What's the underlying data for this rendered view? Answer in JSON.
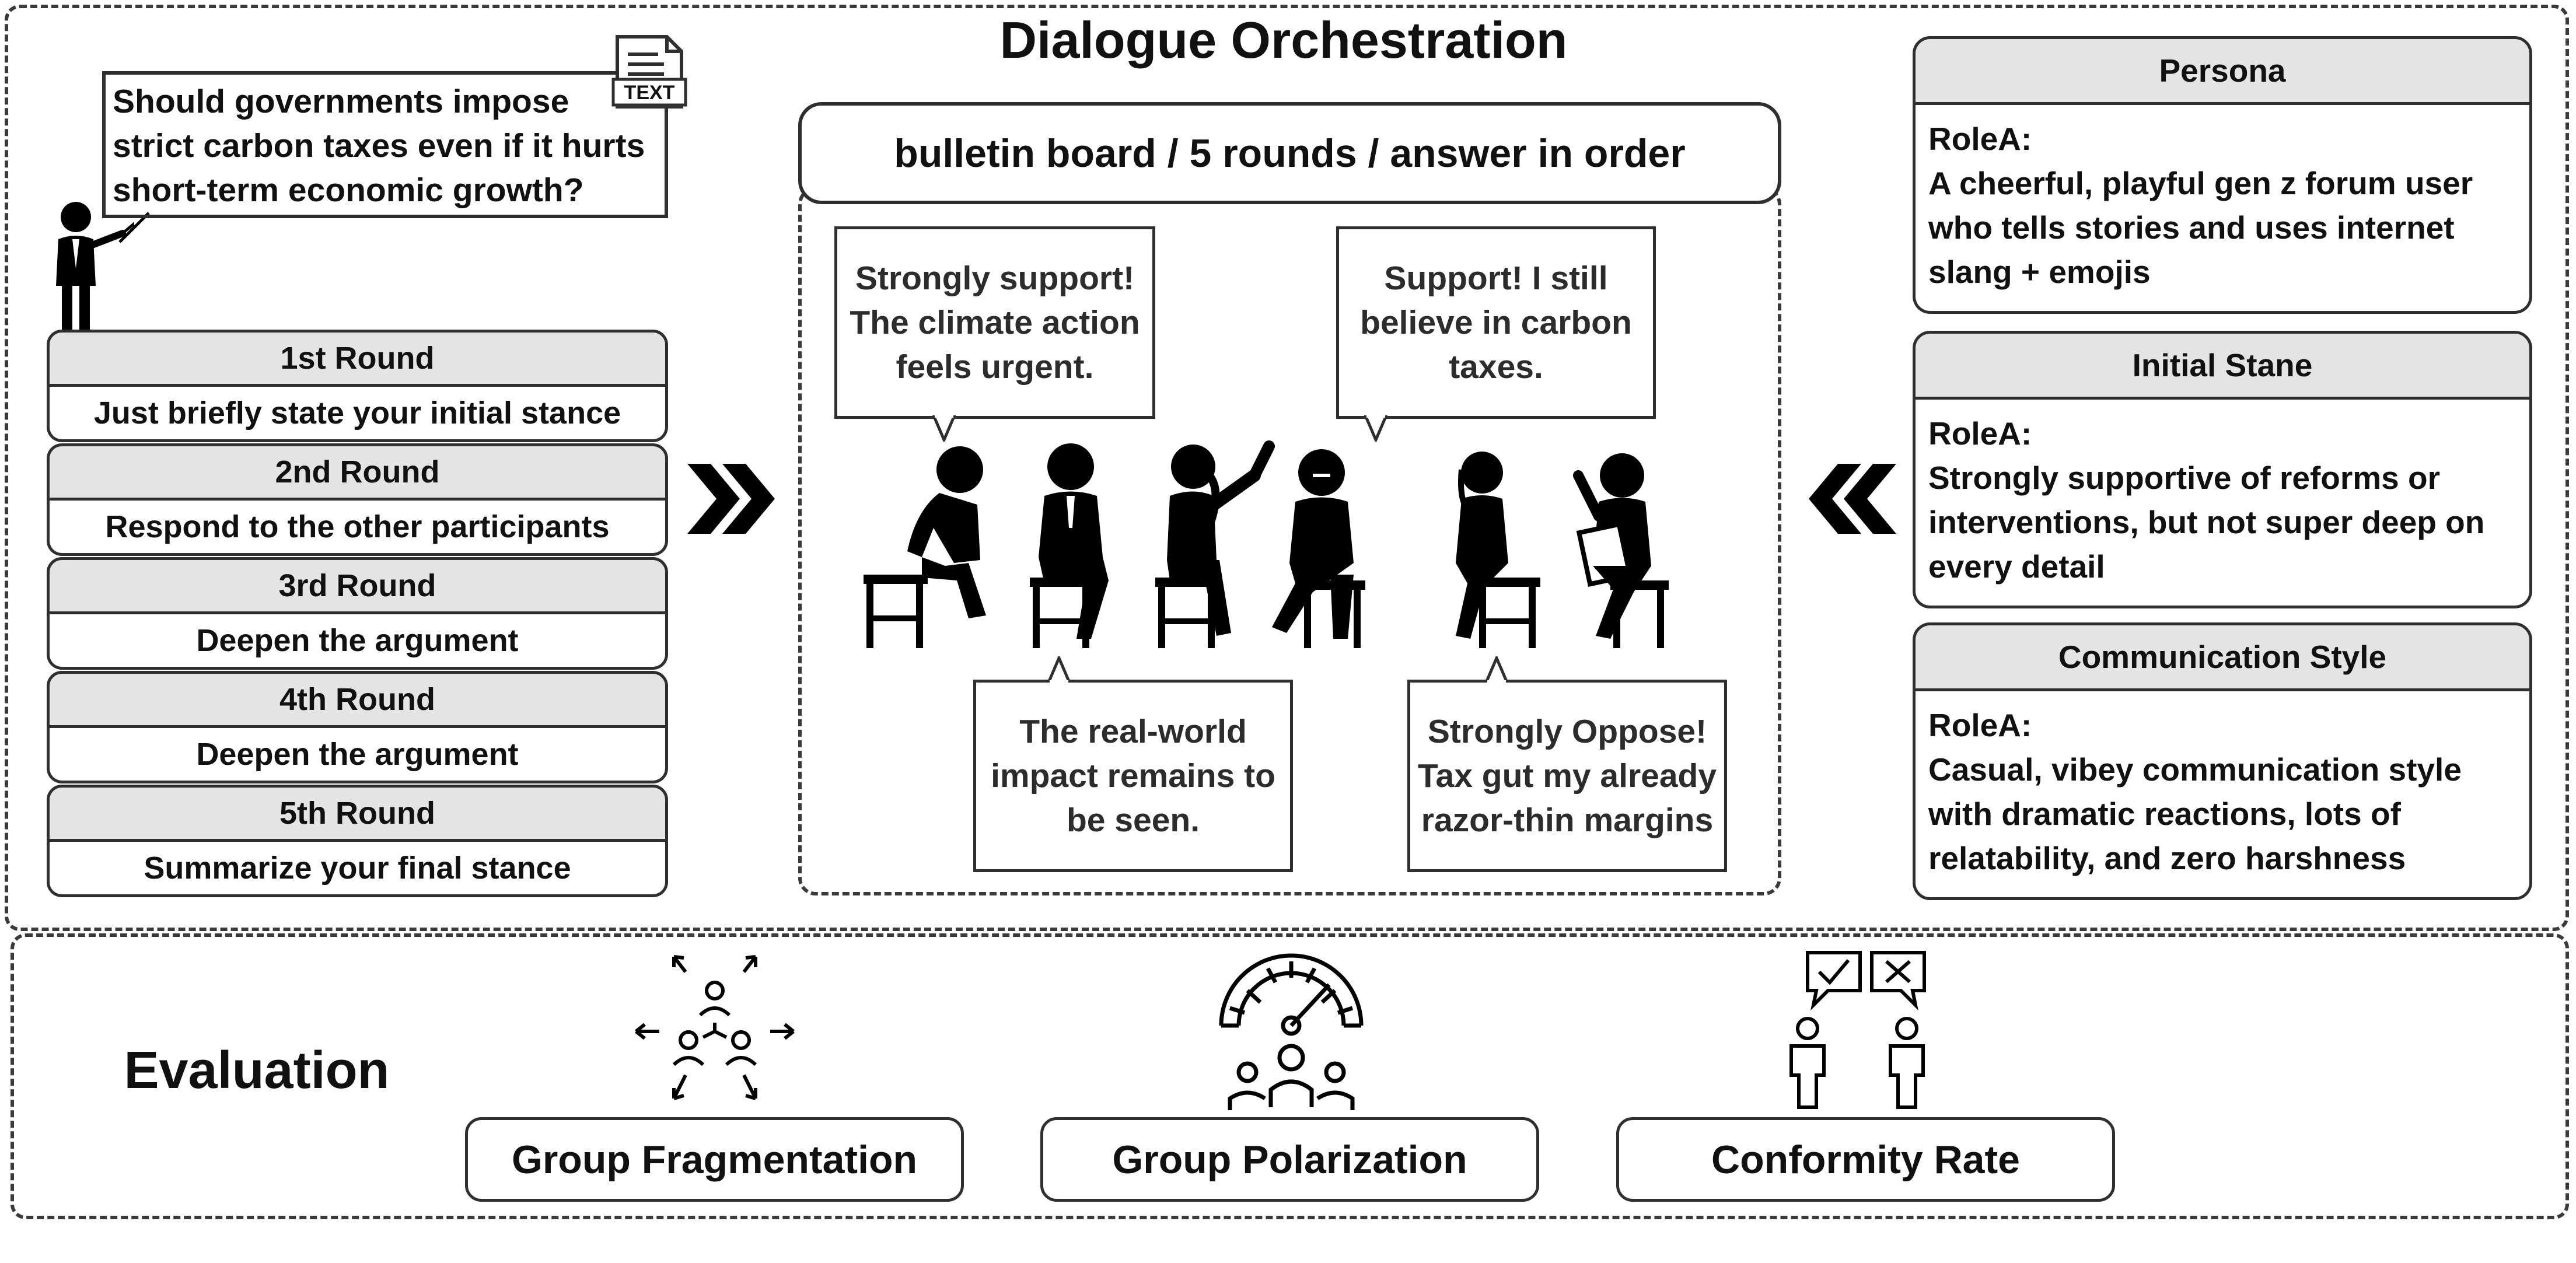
{
  "title": "Dialogue Orchestration",
  "question": "Should governments impose strict carbon taxes even if it hurts short-term economic growth?",
  "text_icon_label": "TEXT",
  "rounds": [
    {
      "name": "1st Round",
      "instruction": "Just briefly state your initial stance"
    },
    {
      "name": "2nd Round",
      "instruction": "Respond to the other participants"
    },
    {
      "name": "3rd Round",
      "instruction": "Deepen the argument"
    },
    {
      "name": "4th Round",
      "instruction": "Deepen the argument"
    },
    {
      "name": "5th Round",
      "instruction": "Summarize your final stance"
    }
  ],
  "board": {
    "header": "bulletin board / 5 rounds / answer in order",
    "bubbles": [
      "Strongly support! The climate action feels urgent.",
      "Support! I still believe in carbon taxes.",
      "The real-world impact remains to be seen.",
      "Strongly Oppose! Tax gut my already razor-thin margins"
    ]
  },
  "persona_panels": [
    {
      "title": "Persona",
      "role": "RoleA:",
      "text": "A cheerful, playful gen z forum user who tells stories and uses internet slang + emojis"
    },
    {
      "title": "Initial Stane",
      "role": "RoleA:",
      "text": "Strongly supportive of reforms or interventions, but not super deep on every detail"
    },
    {
      "title": "Communication Style",
      "role": "RoleA:",
      "text": "Casual, vibey communication style with dramatic reactions, lots of relatability, and zero harshness"
    }
  ],
  "evaluation": {
    "label": "Evaluation",
    "metrics": [
      "Group Fragmentation",
      "Group Polarization",
      "Conformity Rate"
    ]
  },
  "icons": [
    "speaker-icon",
    "text-document-icon",
    "forward-arrow-icon",
    "back-arrow-icon",
    "seated-person-icon",
    "fragmentation-icon",
    "polarization-gauge-icon",
    "conformity-icon"
  ],
  "colors": {
    "header_fill": "#e4e4e4",
    "stroke": "#2f2f2f",
    "figure": "#000000"
  }
}
